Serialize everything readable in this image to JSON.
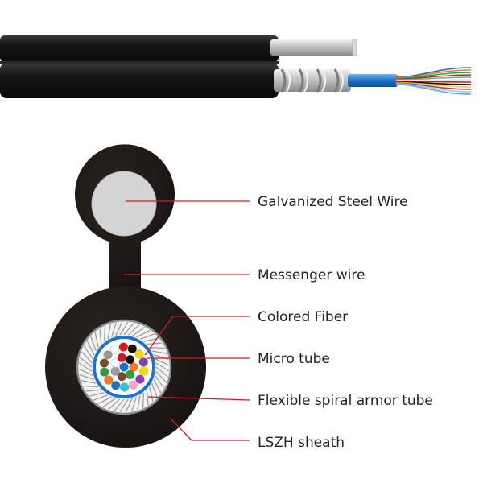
{
  "callouts": [
    {
      "id": "galvanized-steel-wire",
      "text": "Galvanized Steel Wire"
    },
    {
      "id": "messenger-wire",
      "text": "Messenger wire"
    },
    {
      "id": "colored-fiber",
      "text": "Colored Fiber"
    },
    {
      "id": "micro-tube",
      "text": "Micro tube"
    },
    {
      "id": "flexible-spiral-armor-tube",
      "text": "Flexible spiral armor tube"
    },
    {
      "id": "lszh-sheath",
      "text": "LSZH sheath"
    }
  ],
  "colors": {
    "sheath": "#1e1e1e",
    "steel": "#cfcfcf",
    "leader_line": "#d11a24",
    "micro_tube": "#1e73c8",
    "armor": "#b9b9b9"
  },
  "fiber_colors": [
    "#1e73c8",
    "#f47920",
    "#2e9e44",
    "#7a4a2b",
    "#9a9a9a",
    "#ffffff",
    "#d11a24",
    "#111111",
    "#f5d90a",
    "#8a3fb0",
    "#f7a8c8",
    "#33c3d6"
  ]
}
